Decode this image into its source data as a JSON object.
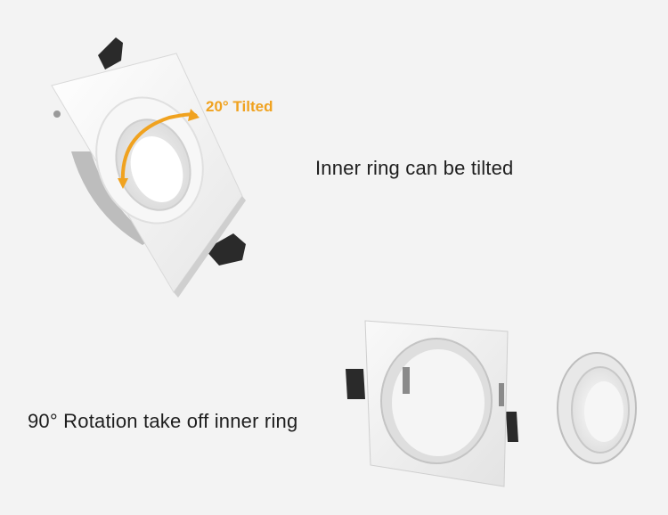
{
  "captions": {
    "tilt_label": "20° Tilted",
    "inner_ring": "Inner ring can be tilted",
    "rotation": "90° Rotation take off inner ring"
  },
  "colors": {
    "background": "#f3f3f3",
    "accent": "#f0a21f",
    "text": "#1e1e1e"
  }
}
